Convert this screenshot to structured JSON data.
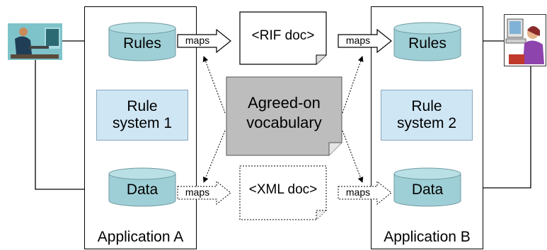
{
  "app_a": {
    "label": "Application A",
    "rules": "Rules",
    "system": [
      "Rule",
      "system 1"
    ],
    "data": "Data"
  },
  "app_b": {
    "label": "Application B",
    "rules": "Rules",
    "system": [
      "Rule",
      "system 2"
    ],
    "data": "Data"
  },
  "center": {
    "rif_doc": "<RIF doc>",
    "xml_doc": "<XML doc>",
    "vocabulary": [
      "Agreed-on",
      "vocabulary"
    ],
    "maps_label": "maps"
  },
  "icons": {
    "left_user": "person-at-computer-icon",
    "right_user": "person-at-computer-icon"
  },
  "colors": {
    "cylinder": "#9fcfd6",
    "rule_system": "#cfe6f5",
    "vocabulary": "#bdbdbd"
  }
}
